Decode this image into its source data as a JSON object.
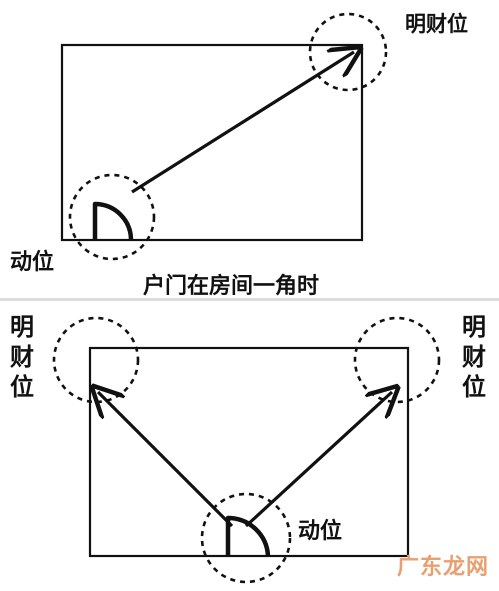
{
  "top": {
    "wealth_label": "明财位",
    "moving_label": "动位",
    "caption": "户门在房间一角时"
  },
  "bottom": {
    "wealth_left_chars": [
      "明",
      "财",
      "位"
    ],
    "wealth_right_chars": [
      "明",
      "财",
      "位"
    ],
    "moving_label": "动位"
  },
  "watermark": "广东龙网",
  "colors": {
    "ink": "#111111",
    "divider": "#dcdcdc",
    "watermark": "#e8a070"
  }
}
